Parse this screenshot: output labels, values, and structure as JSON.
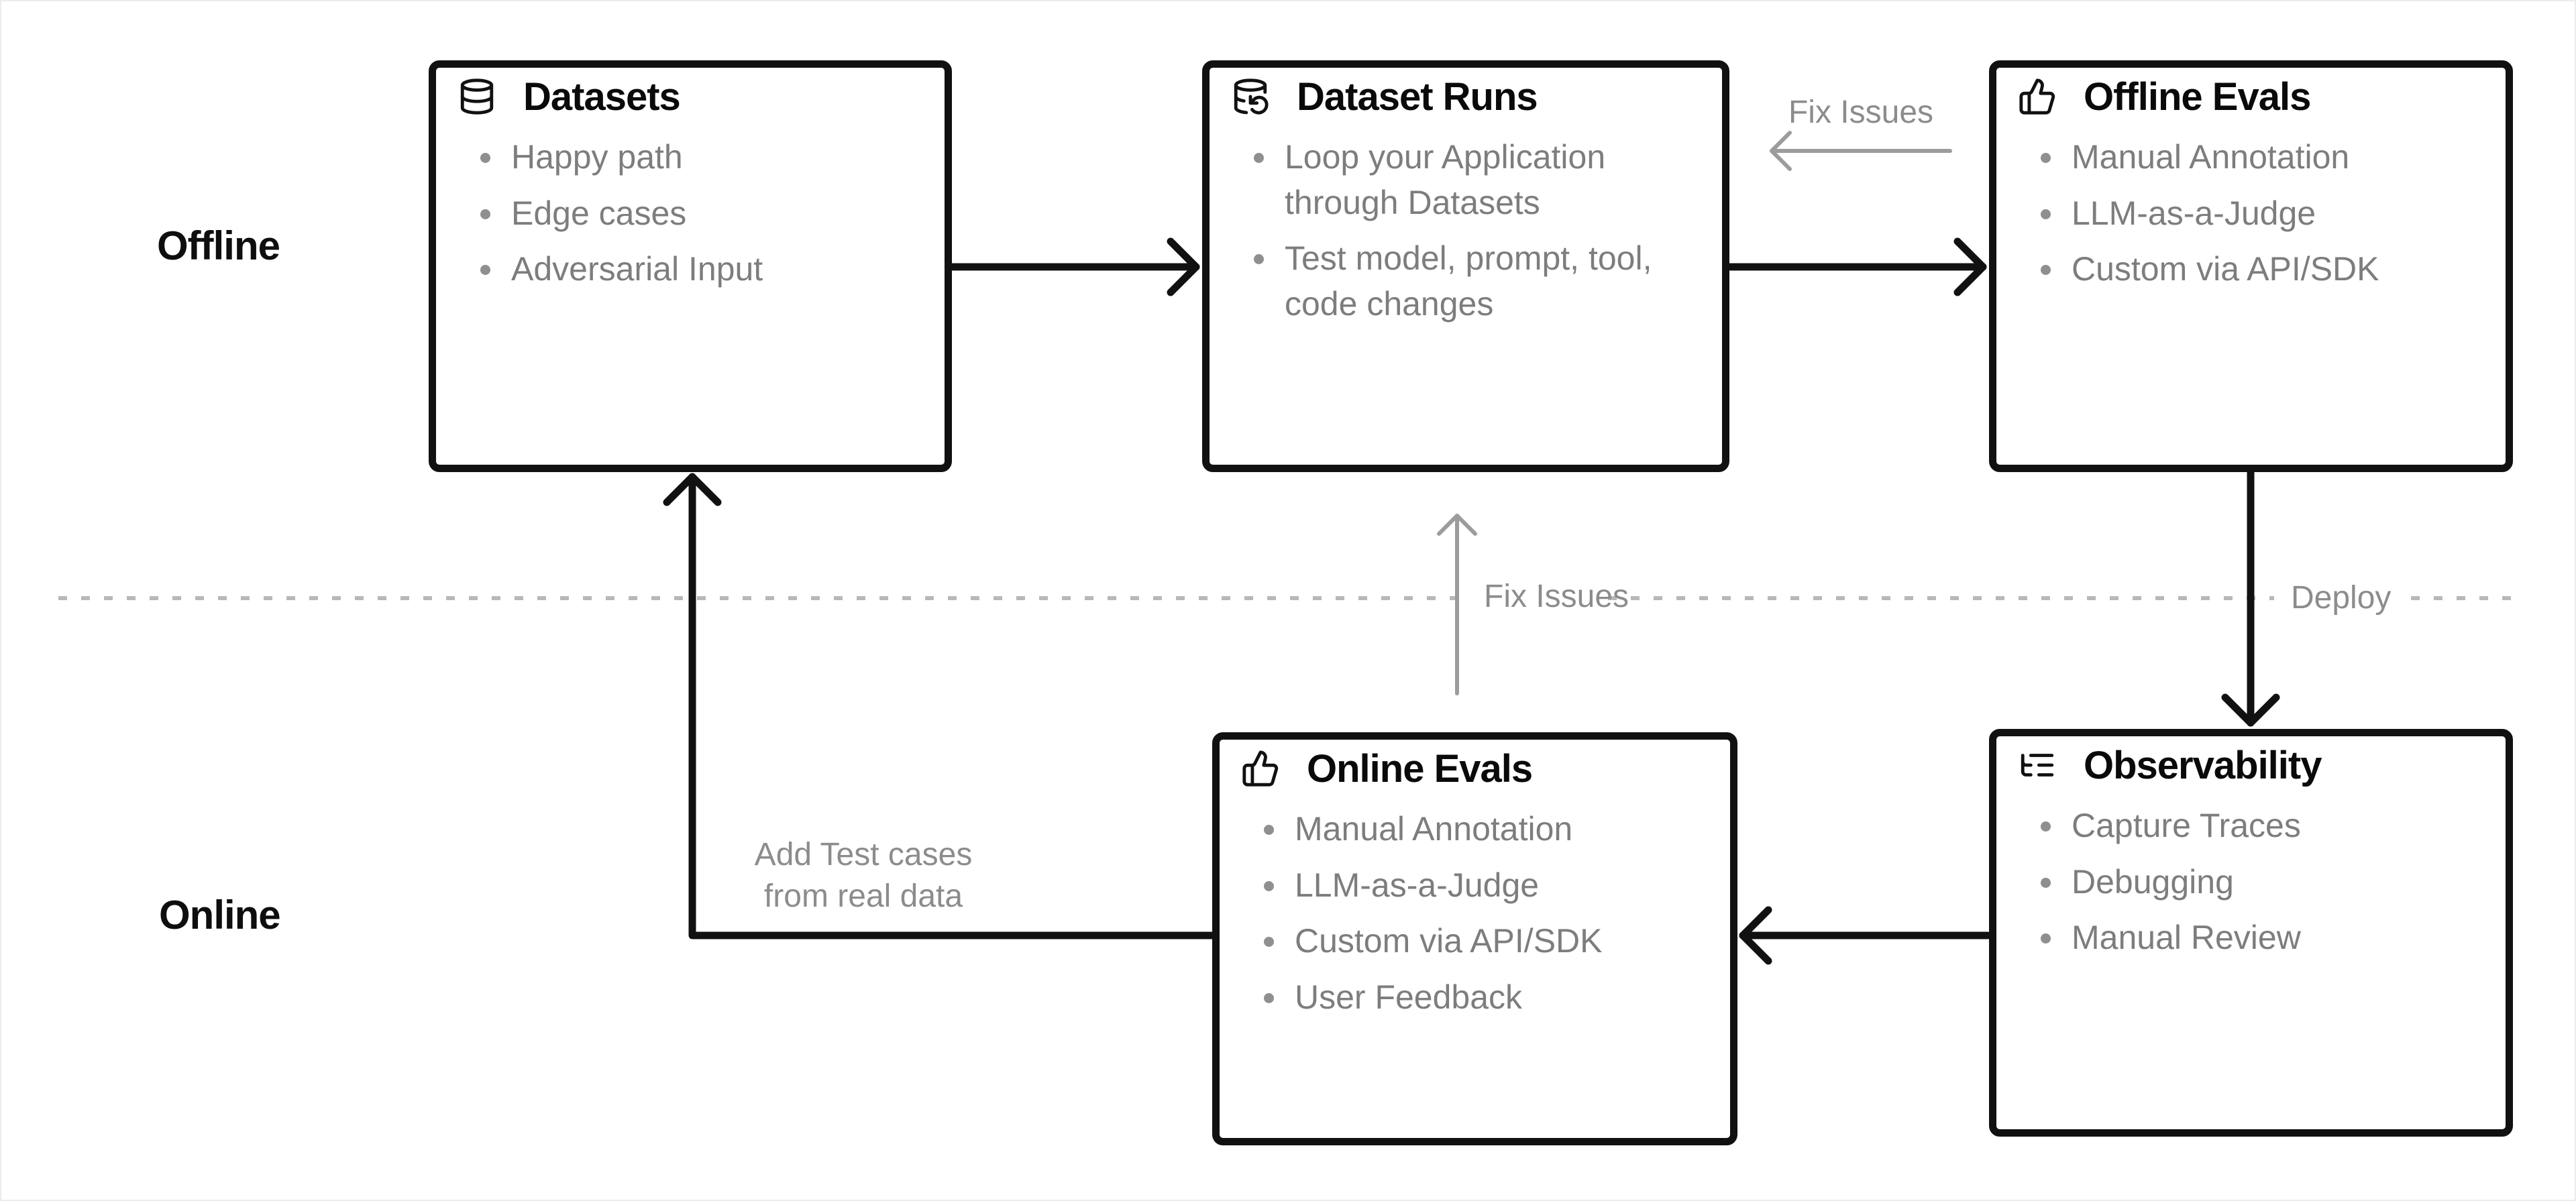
{
  "canvas": {
    "background": "#ffffff",
    "border_color": "#ececec"
  },
  "lanes": {
    "offline": "Offline",
    "online": "Online"
  },
  "boxes": [
    {
      "id": "datasets",
      "icon": "database-icon",
      "title": "Datasets",
      "items": [
        "Happy path",
        "Edge cases",
        "Adversarial Input"
      ]
    },
    {
      "id": "dataset-runs",
      "icon": "database-refresh-icon",
      "title": "Dataset Runs",
      "items": [
        "Loop your Application through Datasets",
        "Test model, prompt, tool, code changes"
      ]
    },
    {
      "id": "offline-evals",
      "icon": "thumbs-up-icon",
      "title": "Offline Evals",
      "items": [
        "Manual Annotation",
        "LLM-as-a-Judge",
        "Custom via API/SDK"
      ]
    },
    {
      "id": "online-evals",
      "icon": "thumbs-up-icon",
      "title": "Online Evals",
      "items": [
        "Manual Annotation",
        "LLM-as-a-Judge",
        "Custom via API/SDK",
        "User Feedback"
      ]
    },
    {
      "id": "observability",
      "icon": "list-tree-icon",
      "title": "Observability",
      "items": [
        "Capture Traces",
        "Debugging",
        "Manual Review"
      ]
    }
  ],
  "edges": {
    "fix_issues_top": "Fix Issues",
    "fix_issues_middle": "Fix Issues",
    "deploy": "Deploy",
    "add_test_cases": [
      "Add Test cases",
      "from real data"
    ]
  },
  "colors": {
    "box_border": "#111111",
    "arrow_black": "#111111",
    "arrow_gray": "#9c9c9c",
    "divider_dash": "#b8b8b8",
    "title_text": "#0a0a0a",
    "bullet_text": "#7d7d7d",
    "edge_label_text": "#8c8c8c"
  }
}
